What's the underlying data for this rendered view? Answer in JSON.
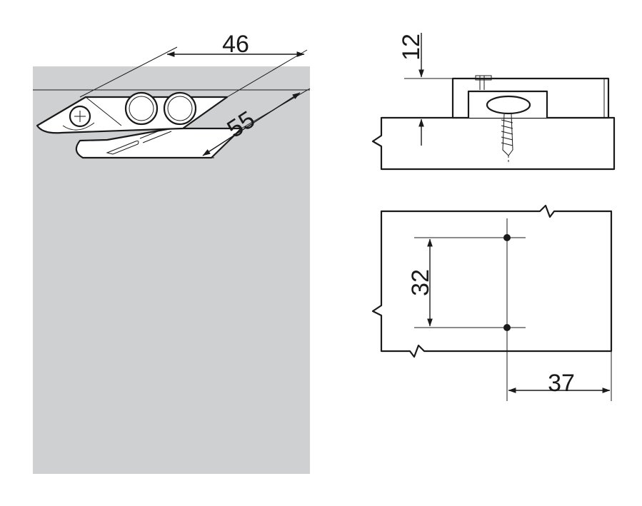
{
  "diagram": {
    "colors": {
      "panel_fill": "#cfd0d2",
      "line": "#1a1a1a",
      "background": "#ffffff",
      "part_fill": "#ffffff"
    },
    "dimensions": {
      "width_46": "46",
      "depth_55": "55",
      "height_12": "12",
      "hole_spacing_32": "32",
      "edge_offset_37": "37"
    },
    "views": [
      {
        "name": "perspective-view"
      },
      {
        "name": "side-section-view"
      },
      {
        "name": "top-drilling-view"
      }
    ]
  }
}
